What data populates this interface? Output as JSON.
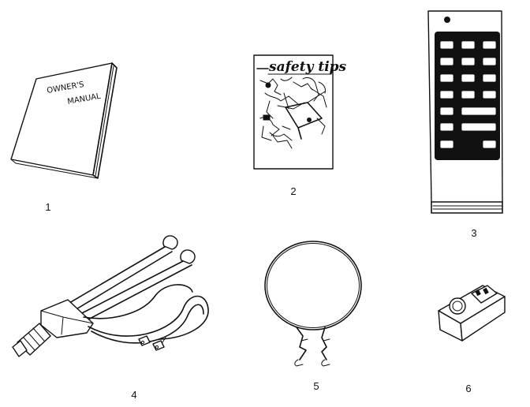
{
  "items": [
    {
      "number": "1",
      "printed_text": [
        "OWNER'S",
        "MANUAL"
      ]
    },
    {
      "number": "2",
      "printed_text": [
        "safety tips"
      ]
    },
    {
      "number": "3"
    },
    {
      "number": "4"
    },
    {
      "number": "5"
    },
    {
      "number": "6"
    }
  ]
}
